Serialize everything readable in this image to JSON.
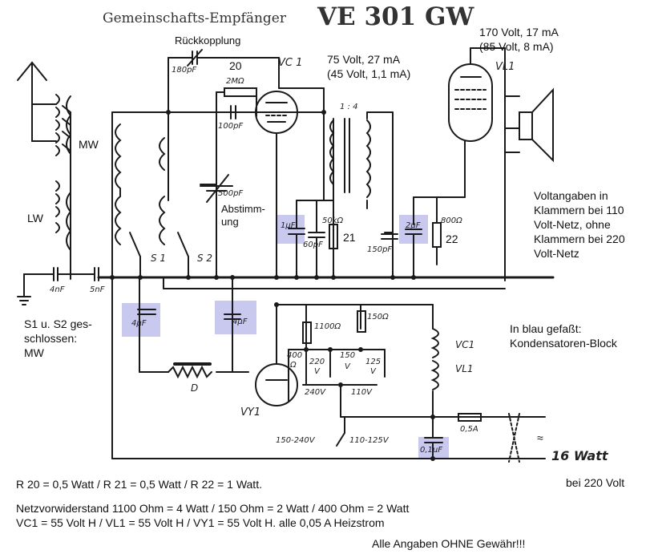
{
  "title": {
    "prefix": "Gemeinschafts-Empfänger",
    "model": "VE 301 GW"
  },
  "tubes": {
    "vc1": "VC 1",
    "vl1": "VL1",
    "vy1": "VY1"
  },
  "labels": {
    "rueckkopplung": "Rückkopplung",
    "r20": "20",
    "r21": "21",
    "r22": "22",
    "mw": "MW",
    "lw": "LW",
    "abstimmung1": "Abstimm-",
    "abstimmung2": "ung",
    "s1": "S 1",
    "s2": "S 2",
    "d": "D",
    "ratio": "1 : 4",
    "heater_vc1": "VC1",
    "heater_vl1": "VL1",
    "supply": "16 Watt",
    "ac": "≈"
  },
  "components": {
    "c180": "180pF",
    "r2m": "2MΩ",
    "c100": "100pF",
    "c500": "500pF",
    "c4n": "4nF",
    "c5n": "5nF",
    "c1u": "1µF",
    "c60": "60pF",
    "r50k": "50kΩ",
    "c2u": "2µF",
    "r800": "800Ω",
    "c150": "150pF",
    "c4u_a": "4µF",
    "c4u_b": "4µF",
    "r1100": "1100Ω",
    "r150": "150Ω",
    "r400a": "400",
    "r400b": "Ω",
    "t220a": "220",
    "t220b": "V",
    "t150a": "150",
    "t150b": "V",
    "t125a": "125",
    "t125b": "V",
    "v240": "240V",
    "v110": "110V",
    "range_high": "150-240V",
    "range_low": "110-125V",
    "fuse": "0,5A",
    "c01u": "0,1µF"
  },
  "annotations": {
    "vl1_voltage1": "170 Volt, 17 mA",
    "vl1_voltage2": "(85 Volt, 8 mA)",
    "vc1_voltage1": "75 Volt, 27 mA",
    "vc1_voltage2": "(45 Volt, 1,1 mA)",
    "voltage_note": [
      "Voltangaben in",
      "Klammern bei 110",
      "Volt-Netz, ohne",
      "Klammern bei 220",
      "Volt-Netz"
    ],
    "switch_note": [
      "S1 u. S2 ges-",
      "schlossen:",
      "MW"
    ],
    "block_note": [
      "In blau gefaßt:",
      "Kondensatoren-Block"
    ],
    "bei220": "bei 220 Volt",
    "resistor_ratings": "R 20 = 0,5 Watt / R 21 = 0,5 Watt / R 22 = 1 Watt.",
    "netz_line": "Netzvorwiderstand 1100 Ohm = 4 Watt / 150 Ohm = 2 Watt  /  400 Ohm = 2 Watt",
    "heater_line": "VC1 = 55 Volt H /  VL1 = 55 Volt  H / VY1 = 55 Volt H.    alle 0,05 A Heizstrom",
    "disclaimer": "Alle Angaben OHNE Gewähr!!!"
  },
  "colors": {
    "block_highlight": "#c9c8ee",
    "ink": "#1a1a1a"
  }
}
